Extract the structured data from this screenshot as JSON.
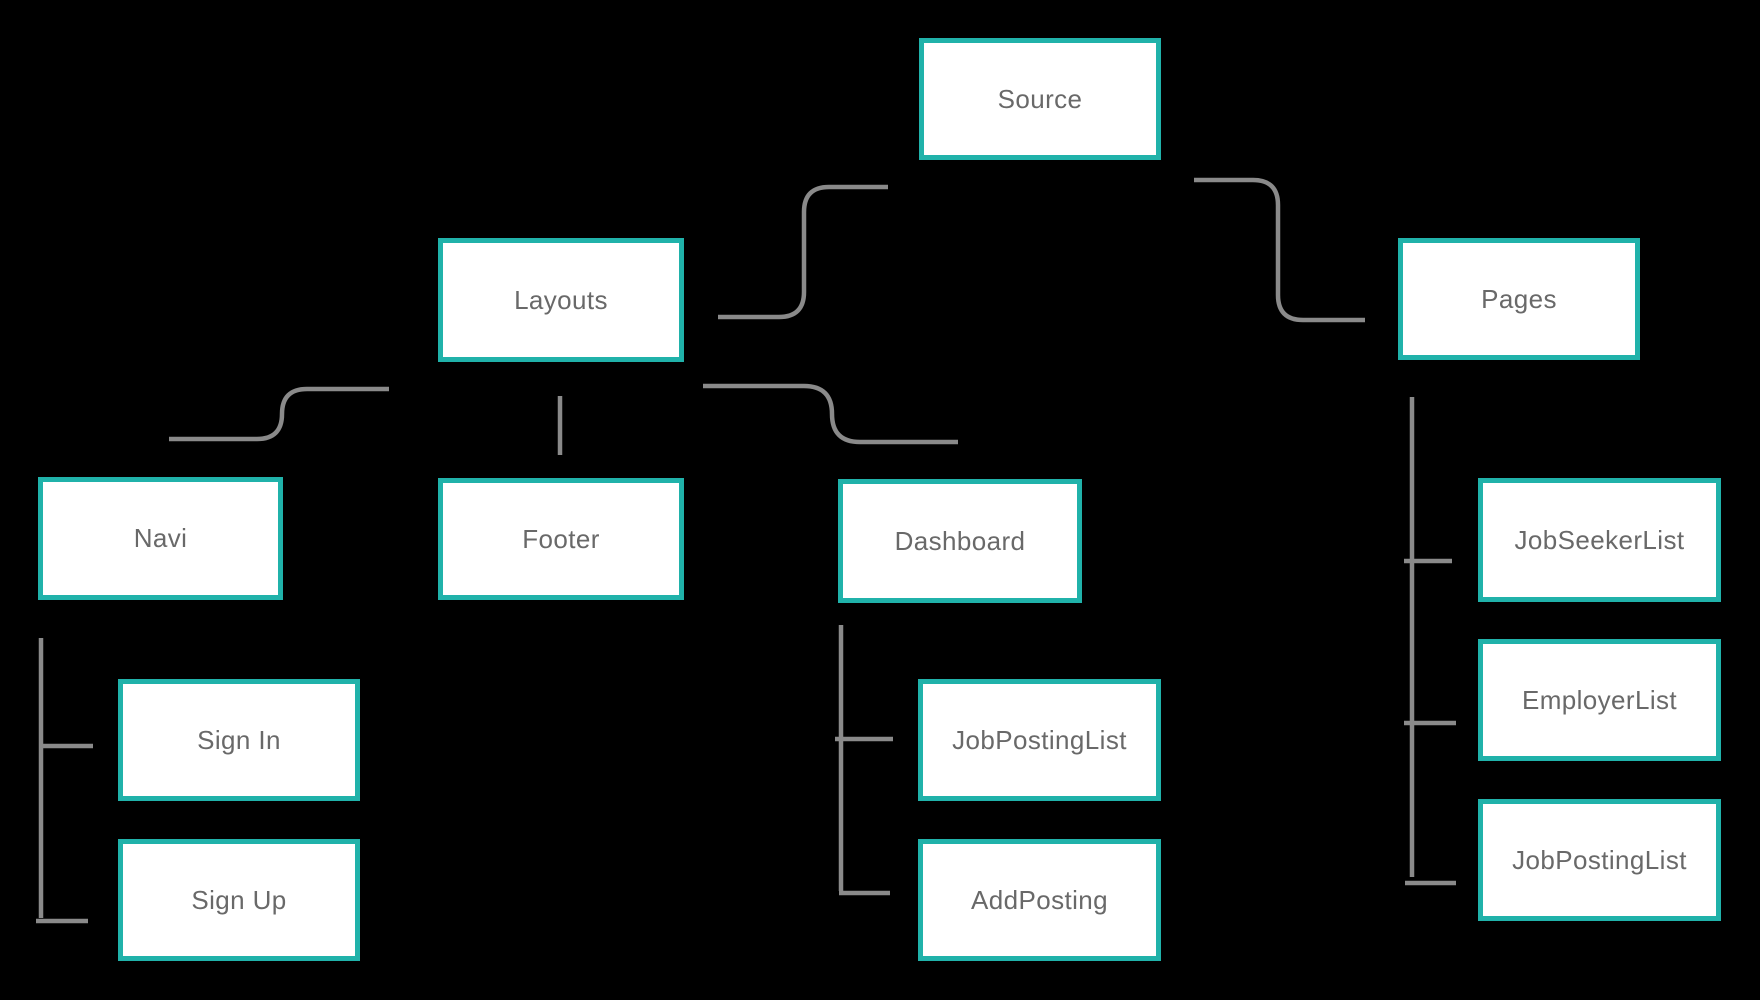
{
  "colors": {
    "background": "#000000",
    "node_bg": "#ffffff",
    "node_border": "#20b2aa",
    "connector": "#8a8a8a",
    "label": "#696969"
  },
  "tree": {
    "label": "Source",
    "children": [
      {
        "label": "Layouts",
        "children": [
          {
            "label": "Navi",
            "children": [
              {
                "label": "Sign In"
              },
              {
                "label": "Sign Up"
              }
            ]
          },
          {
            "label": "Footer"
          },
          {
            "label": "Dashboard",
            "children": [
              {
                "label": "JobPostingList"
              },
              {
                "label": "AddPosting"
              }
            ]
          }
        ]
      },
      {
        "label": "Pages",
        "children": [
          {
            "label": "JobSeekerList"
          },
          {
            "label": "EmployerList"
          },
          {
            "label": "JobPostingList"
          }
        ]
      }
    ]
  }
}
